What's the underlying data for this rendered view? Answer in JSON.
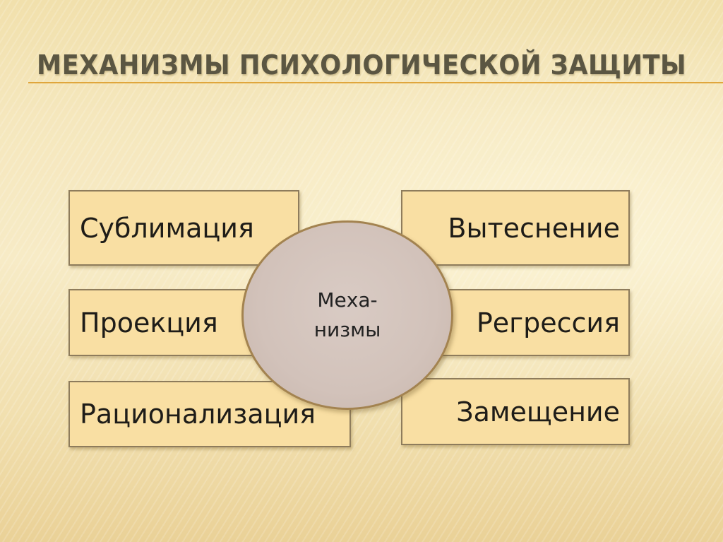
{
  "slide": {
    "title": "МЕХАНИЗМЫ ПСИХОЛОГИЧЕСКОЙ ЗАЩИТЫ"
  },
  "center": {
    "line1": "Меха-",
    "line2": "низмы"
  },
  "left_items": [
    "Сублимация",
    "Проекция",
    "Рационализация"
  ],
  "right_items": [
    "Вытеснение",
    "Регрессия",
    "Замещение"
  ],
  "colors": {
    "box_fill": "#f9dfa3",
    "box_border": "#8e7c5c",
    "circle_fill": "#d2c2ba",
    "circle_border": "#a38350",
    "title_rule": "#e0a63c",
    "title_text": "#5b5642"
  }
}
